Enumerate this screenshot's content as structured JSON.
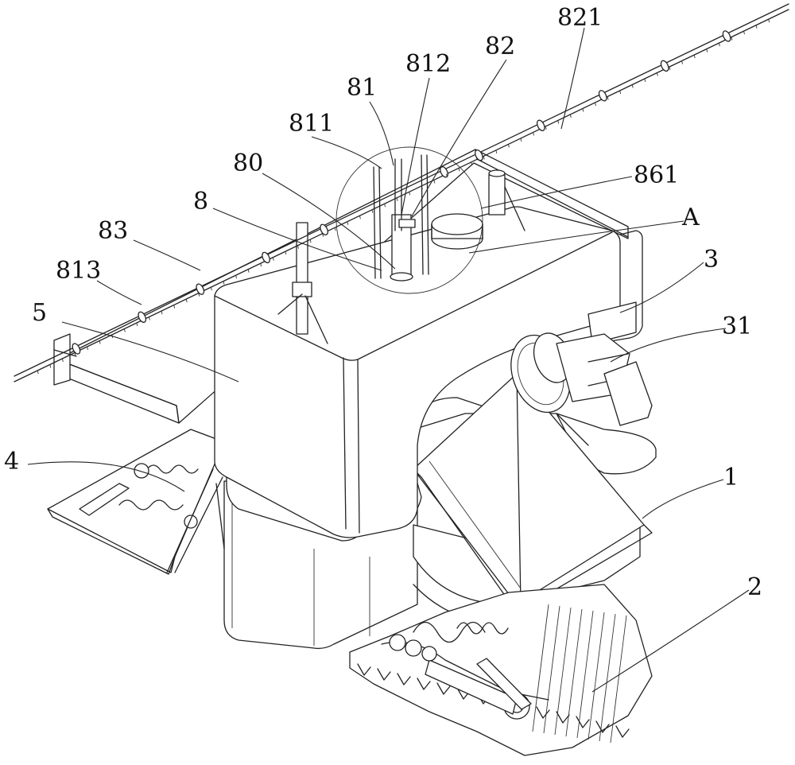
{
  "figure": {
    "labels": {
      "l821": "821",
      "l82": "82",
      "l812": "812",
      "l81": "81",
      "l811": "811",
      "l80": "80",
      "l861": "861",
      "l8": "8",
      "lA": "A",
      "l83": "83",
      "l3": "3",
      "l813": "813",
      "l31": "31",
      "l5": "5",
      "l4": "4",
      "l1": "1",
      "l2": "2"
    }
  }
}
